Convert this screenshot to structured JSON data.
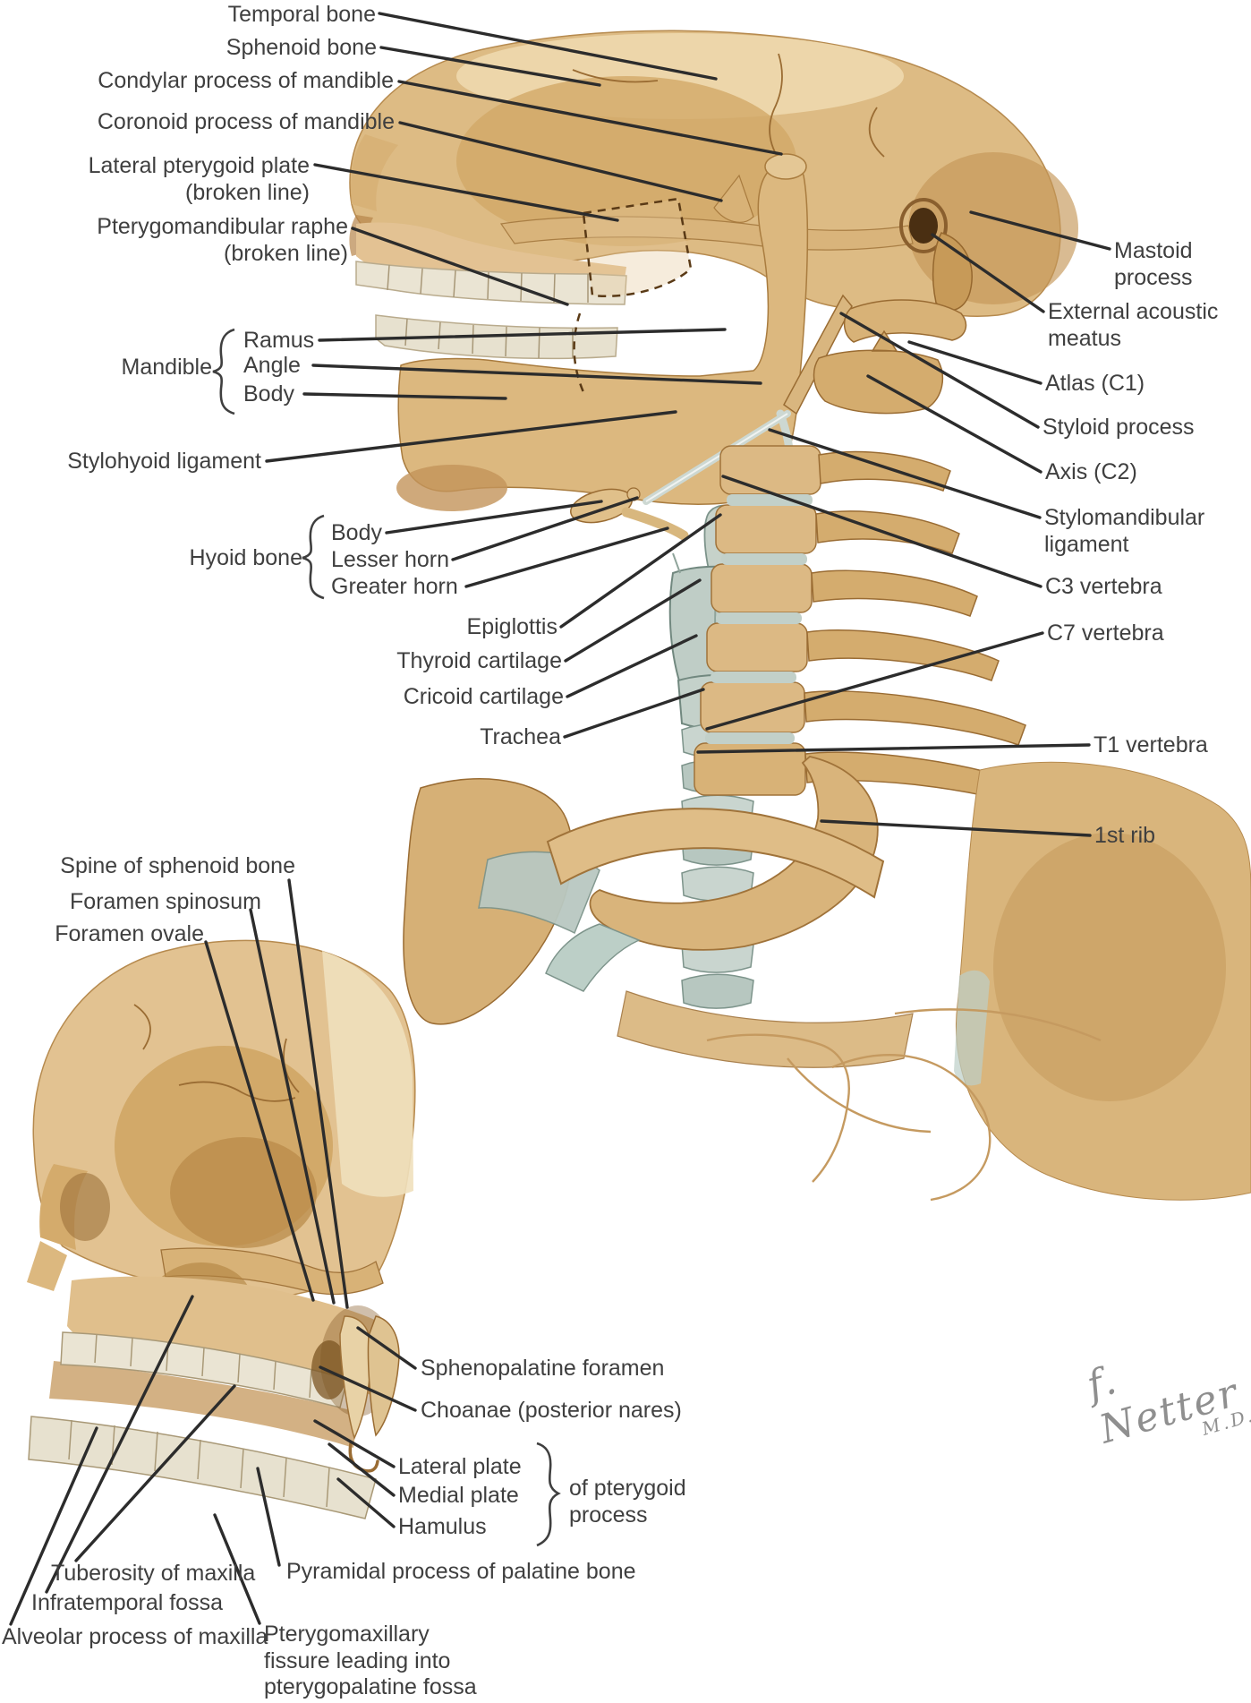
{
  "palette": {
    "bone": "#ddbb84",
    "bone_light": "#eed9ae",
    "bone_shade": "#b68a4e",
    "bone_deep": "#7c5523",
    "cartilage": "#bfcdc6",
    "cartilage_shade": "#8fa8a0",
    "teeth": "#eae4d3",
    "leader_line": "#2c2c2c",
    "label_text": "#3f3f3f",
    "signature_gray": "#8f8f8f"
  },
  "labels": {
    "temporal_bone": "Temporal bone",
    "sphenoid_bone": "Sphenoid bone",
    "condylar_process": "Condylar process of mandible",
    "coronoid_process": "Coronoid process of mandible",
    "lateral_pterygoid_plate": "Lateral pterygoid plate",
    "broken_line_note_1": "(broken line)",
    "pterygomandibular_raphe": "Pterygomandibular raphe",
    "broken_line_note_2": "(broken line)",
    "mandible": "Mandible",
    "ramus": "Ramus",
    "angle": "Angle",
    "body_mandible": "Body",
    "stylohyoid_ligament": "Stylohyoid ligament",
    "hyoid_bone": "Hyoid bone",
    "body_hyoid": "Body",
    "lesser_horn": "Lesser horn",
    "greater_horn": "Greater horn",
    "epiglottis": "Epiglottis",
    "thyroid_cartilage": "Thyroid cartilage",
    "cricoid_cartilage": "Cricoid cartilage",
    "trachea": "Trachea",
    "mastoid_process": "Mastoid process",
    "external_acoustic_meatus": "External acoustic meatus",
    "atlas_c1": "Atlas (C1)",
    "styloid_process": "Styloid process",
    "axis_c2": "Axis (C2)",
    "stylomandibular_ligament": "Stylomandibular ligament",
    "c3_vertebra": "C3 vertebra",
    "c7_vertebra": "C7 vertebra",
    "t1_vertebra": "T1 vertebra",
    "first_rib": "1st rib",
    "spine_of_sphenoid_bone": "Spine of sphenoid bone",
    "foramen_spinosum": "Foramen spinosum",
    "foramen_ovale": "Foramen ovale",
    "sphenopalatine_foramen": "Sphenopalatine foramen",
    "choanae": "Choanae (posterior nares)",
    "lateral_plate": "Lateral plate",
    "medial_plate": "Medial plate",
    "hamulus": "Hamulus",
    "of_pterygoid_process": "of pterygoid process",
    "pyramidal_process": "Pyramidal process of palatine bone",
    "tuberosity_of_maxilla": "Tuberosity of maxilla",
    "infratemporal_fossa": "Infratemporal fossa",
    "alveolar_process": "Alveolar process of maxilla",
    "pterygomaxillary_fissure": "Pterygomaxillary fissure leading into pterygopalatine fossa",
    "signature_name": "f. Netter",
    "signature_md": "M.D."
  }
}
